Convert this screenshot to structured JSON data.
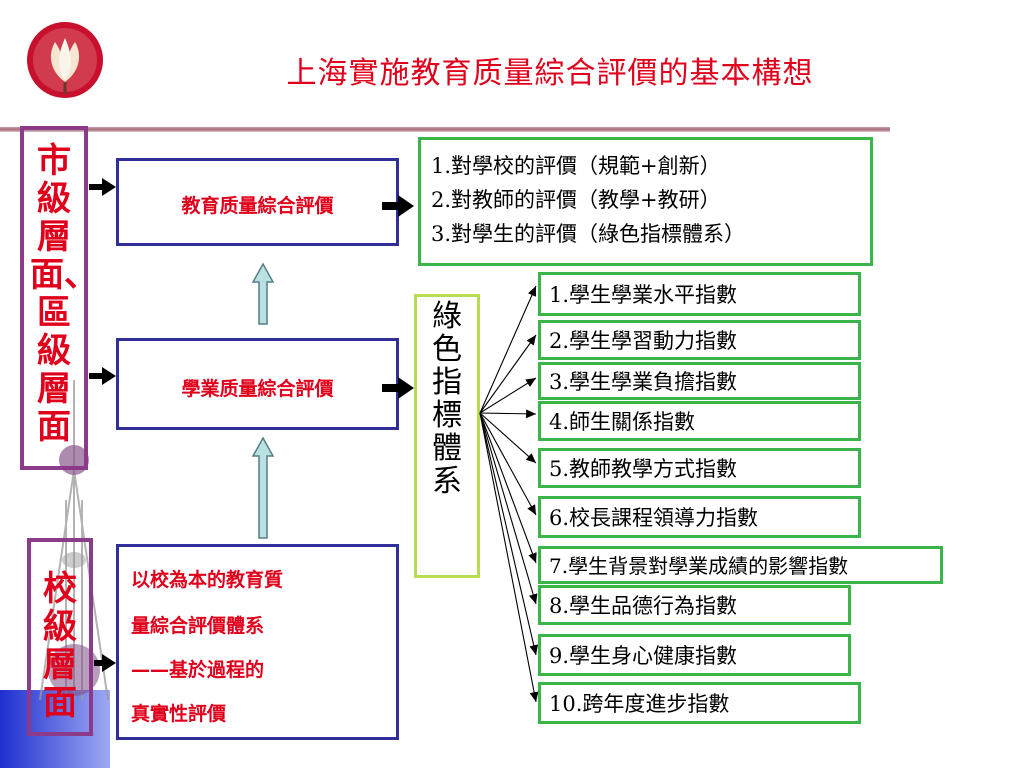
{
  "title": "上海實施教育质量綜合評價的基本構想",
  "left_top_label": "市級層面、區級層面",
  "left_bottom_label": "校級層面",
  "box_top": "教育质量綜合評價",
  "box_mid": "學業质量綜合評價",
  "box_bottom": {
    "line1": "以校為本的教育質",
    "line2": "量綜合評價體系",
    "line3": "——基於過程的",
    "line4": "真實性評價"
  },
  "evaluations": [
    "1.對學校的評價（規範+創新）",
    "2.對教師的評價（教學+教研）",
    "3.對學生的評價（綠色指標體系）"
  ],
  "green_indicator_label": "綠色指標體系",
  "indicators": [
    "1.學生學業水平指數",
    "2.學生學習動力指數",
    "3.學生學業負擔指數",
    "4.師生關係指數",
    "5.教師教學方式指數",
    "6.校長課程領導力指數",
    "7.學生背景對學業成績的影響指數",
    "8.學生品德行為指數",
    "9.學生身心健康指數",
    "10.跨年度進步指數"
  ],
  "colors": {
    "title_red": "#e0001b",
    "frame_purple": "#8c3a8a",
    "box_blue": "#2f2f9a",
    "box_green": "#39b54a",
    "arrow_teal": "#a9d6d6"
  }
}
